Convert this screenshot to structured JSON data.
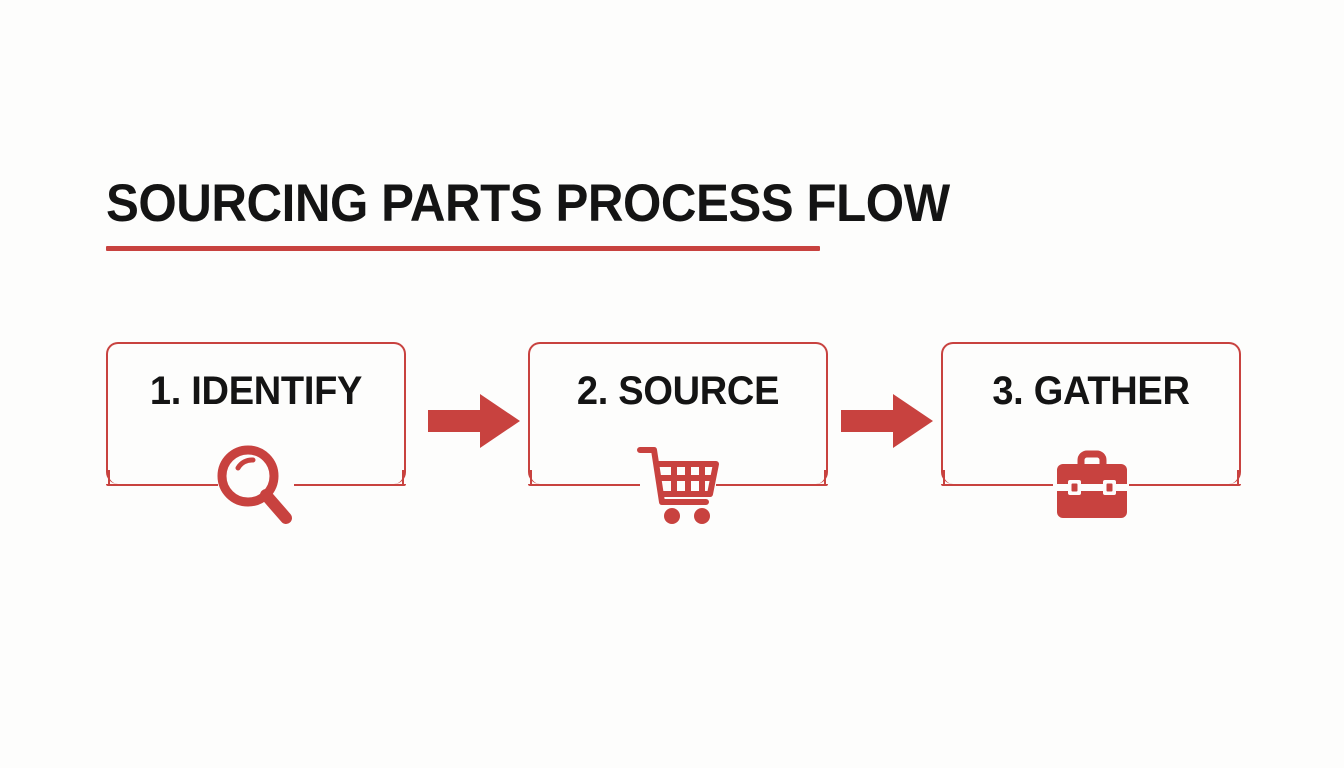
{
  "page": {
    "title": "SOURCING PARTS PROCESS FLOW",
    "background_color": "#fdfdfc",
    "accent_color": "#c8423f",
    "text_color": "#141414"
  },
  "flow": {
    "steps": [
      {
        "label": "1. IDENTIFY",
        "icon": "magnifier-icon"
      },
      {
        "label": "2. SOURCE",
        "icon": "shopping-cart-icon"
      },
      {
        "label": "3. GATHER",
        "icon": "toolbox-icon"
      }
    ],
    "connectors": [
      {
        "icon": "arrow-right-icon"
      },
      {
        "icon": "arrow-right-icon"
      }
    ]
  },
  "chart_data": {
    "type": "diagram",
    "diagram_kind": "process-flow",
    "title": "SOURCING PARTS PROCESS FLOW",
    "orientation": "horizontal",
    "nodes": [
      {
        "order": 1,
        "label": "1. IDENTIFY",
        "icon": "magnifier"
      },
      {
        "order": 2,
        "label": "2. SOURCE",
        "icon": "shopping-cart"
      },
      {
        "order": 3,
        "label": "3. GATHER",
        "icon": "toolbox"
      }
    ],
    "edges": [
      {
        "from": "1. IDENTIFY",
        "to": "2. SOURCE",
        "style": "solid-block-arrow"
      },
      {
        "from": "2. SOURCE",
        "to": "3. GATHER",
        "style": "solid-block-arrow"
      }
    ]
  }
}
